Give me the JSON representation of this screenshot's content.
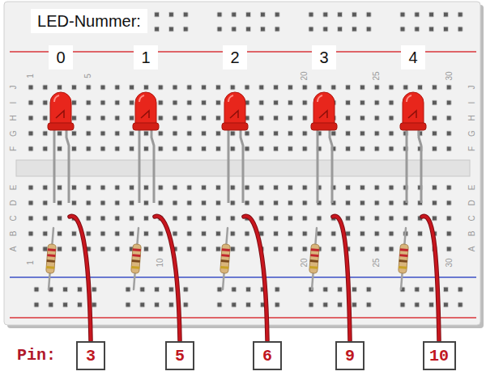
{
  "diagram": {
    "nodes": [
      {
        "text": [
          "LED-Nummer:"
        ]
      },
      {
        "text": [
          "0"
        ]
      },
      {
        "text": [
          "1"
        ]
      },
      {
        "text": [
          "2"
        ]
      },
      {
        "text": [
          "3"
        ]
      },
      {
        "text": [
          "4"
        ]
      },
      {
        "text": [
          "3"
        ]
      },
      {
        "text": [
          "5"
        ]
      },
      {
        "text": [
          "6"
        ]
      },
      {
        "text": [
          "9"
        ]
      },
      {
        "text": [
          "10"
        ]
      }
    ],
    "labels": [
      "1",
      "5",
      "20",
      "25",
      "30",
      "J",
      "I",
      "H",
      "G",
      "F",
      "E",
      "D",
      "C",
      "B",
      "A",
      "J",
      "I",
      "H",
      "G",
      "F",
      "E",
      "D",
      "C",
      "B",
      "A",
      "1",
      "10",
      "20",
      "25",
      "30",
      "Pin:"
    ]
  }
}
